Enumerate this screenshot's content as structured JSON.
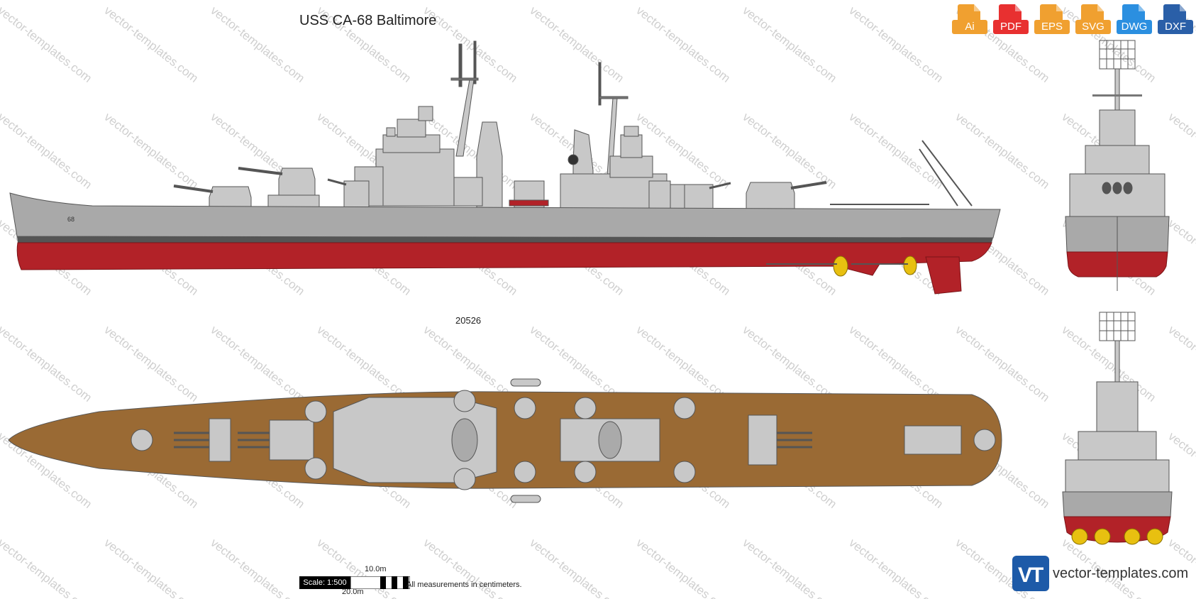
{
  "title": "USS CA-68 Baltimore",
  "formats": [
    {
      "label": "Ai",
      "color": "#f0a030",
      "icon": "file-ai-icon"
    },
    {
      "label": "PDF",
      "color": "#e83030",
      "icon": "file-pdf-icon"
    },
    {
      "label": "EPS",
      "color": "#f0a030",
      "icon": "file-eps-icon"
    },
    {
      "label": "SVG",
      "color": "#f0a030",
      "icon": "file-svg-icon"
    },
    {
      "label": "DWG",
      "color": "#2b8fe0",
      "icon": "file-dwg-icon"
    },
    {
      "label": "DXF",
      "color": "#2a5fa8",
      "icon": "file-dxf-icon"
    }
  ],
  "dimension": "20526",
  "scale": {
    "label": "Scale: 1:500",
    "small": "10.0m",
    "large": "20.0m"
  },
  "note": "All measurements in centimeters.",
  "watermark": "vector-templates.com",
  "brand": {
    "text": "vector-templates.com",
    "logo_letters": "VT",
    "logo_color": "#1d5aa8"
  },
  "colors": {
    "hull_gray": "#a9a9a9",
    "hull_red": "#b22228",
    "deck": "#9a6a34",
    "superstructure": "#c8c8c8",
    "propeller": "#e8c010"
  }
}
